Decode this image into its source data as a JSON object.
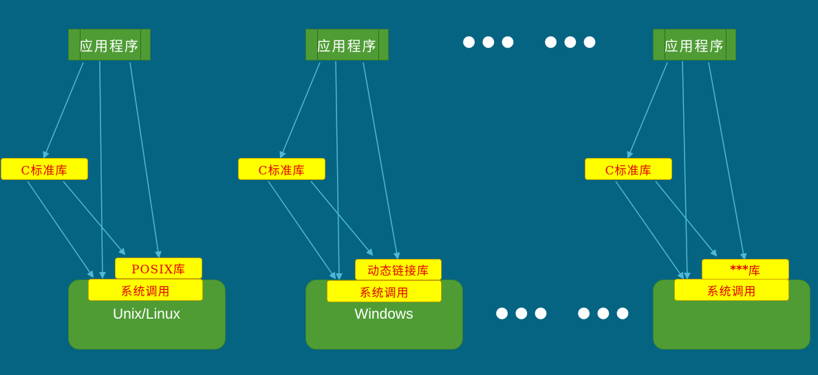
{
  "columns": [
    {
      "app": "应用程序",
      "clib": "C标准库",
      "extra_lib": "POSIX库",
      "syscall": "系统调用",
      "os": "Unix/Linux"
    },
    {
      "app": "应用程序",
      "clib": "C标准库",
      "extra_lib": "动态链接库",
      "syscall": "系统调用",
      "os": "Windows"
    },
    {
      "app": "应用程序",
      "clib": "C标准库",
      "extra_lib_stars": "***",
      "extra_lib_suffix": "库",
      "syscall": "系统调用",
      "os": ""
    }
  ],
  "ellipsis": "●●●",
  "colors": {
    "background": "#056482",
    "green": "#4f9c35",
    "yellow": "#ffff00",
    "label_red": "#e00000",
    "arrow": "#4fb8d8"
  }
}
